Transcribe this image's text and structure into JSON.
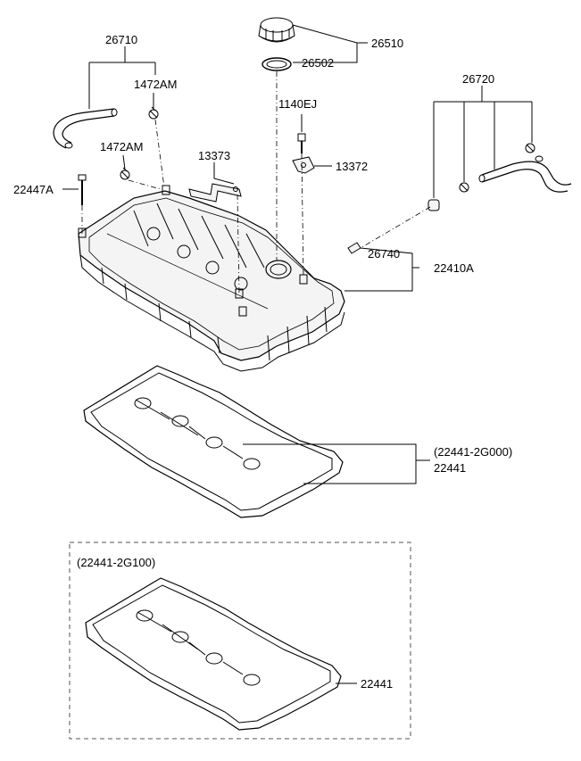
{
  "labels": {
    "p26710": "26710",
    "p1472AM_top": "1472AM",
    "p1472AM_bottom": "1472AM",
    "p22447A": "22447A",
    "p13373": "13373",
    "p26510": "26510",
    "p26502": "26502",
    "p1140EJ": "1140EJ",
    "p13372": "13372",
    "p26720": "26720",
    "p26740": "26740",
    "p22410A": "22410A",
    "p22441_alt": "(22441-2G000)",
    "p22441_top": "22441",
    "box_title": "(22441-2G100)",
    "p22441_box": "22441"
  },
  "colors": {
    "line": "#000000",
    "part_fill": "#f2f2f2",
    "box_border": "#555555"
  }
}
